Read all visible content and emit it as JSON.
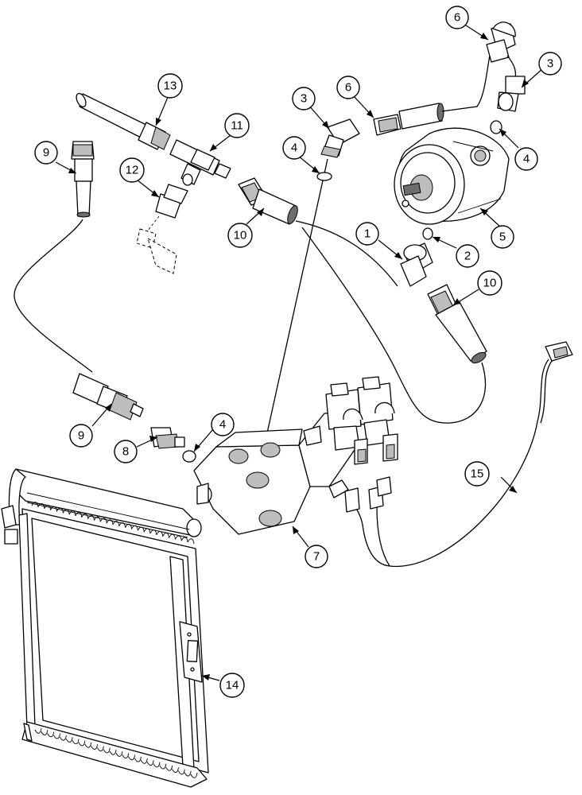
{
  "diagram": {
    "callouts": [
      {
        "id": "c1",
        "label": "1"
      },
      {
        "id": "c2",
        "label": "2"
      },
      {
        "id": "c3a",
        "label": "3"
      },
      {
        "id": "c3b",
        "label": "3"
      },
      {
        "id": "c4a",
        "label": "4"
      },
      {
        "id": "c4b",
        "label": "4"
      },
      {
        "id": "c4c",
        "label": "4"
      },
      {
        "id": "c5",
        "label": "5"
      },
      {
        "id": "c6a",
        "label": "6"
      },
      {
        "id": "c6b",
        "label": "6"
      },
      {
        "id": "c7",
        "label": "7"
      },
      {
        "id": "c8",
        "label": "8"
      },
      {
        "id": "c9a",
        "label": "9"
      },
      {
        "id": "c9b",
        "label": "9"
      },
      {
        "id": "c10a",
        "label": "10"
      },
      {
        "id": "c10b",
        "label": "10"
      },
      {
        "id": "c11",
        "label": "11"
      },
      {
        "id": "c12",
        "label": "12"
      },
      {
        "id": "c13",
        "label": "13"
      },
      {
        "id": "c14",
        "label": "14"
      },
      {
        "id": "c15",
        "label": "15"
      }
    ]
  }
}
